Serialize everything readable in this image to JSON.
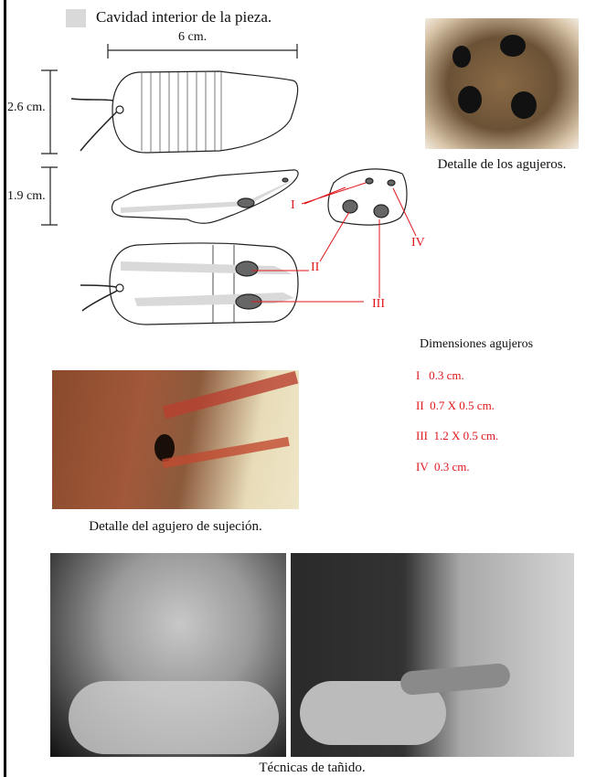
{
  "legend": {
    "label": "Cavidad interior de la pieza.",
    "swatch_color": "#d9d9d9"
  },
  "scales": {
    "length": "6 cm.",
    "height": "2.6 cm.",
    "thickness": "1.9 cm."
  },
  "hole_labels": [
    "I",
    "II",
    "III",
    "IV"
  ],
  "captions": {
    "holes_photo": "Detalle de los agujeros.",
    "attachment_photo": "Detalle del agujero de sujeción.",
    "playing_photos": "Técnicas de tañido."
  },
  "dimensions": {
    "title": "Dimensiones agujeros",
    "items": [
      "I   0.3 cm.",
      "II  0.7 X 0.5 cm.",
      "III  1.2 X 0.5 cm.",
      "IV  0.3 cm."
    ]
  },
  "colors": {
    "accent_red": "#e0171b",
    "cavity_gray": "#d9d9d9"
  }
}
